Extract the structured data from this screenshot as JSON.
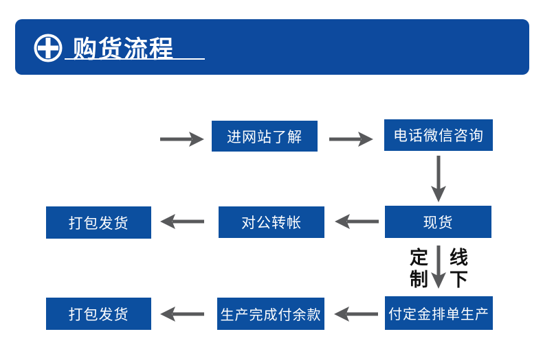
{
  "header": {
    "title": "购货流程",
    "icon": "plus-circle-icon"
  },
  "flowchart": {
    "steps": [
      {
        "label": "进网站了解"
      },
      {
        "label": "电话微信咨询"
      },
      {
        "label": "现货"
      },
      {
        "label": "对公转帐"
      },
      {
        "label": "打包发货"
      },
      {
        "label": "付定金排单生产"
      },
      {
        "label": "生产完成付余款"
      },
      {
        "label": "打包发货"
      }
    ],
    "branch_labels": {
      "left": "定制",
      "right": "线下"
    }
  },
  "colors": {
    "banner_blue": "#0d4a9e",
    "box_blue": "#0c4f9f",
    "arrow_gray": "#58595b",
    "branch_text_black": "#111111",
    "background": "#ffffff",
    "title_white": "#ffffff"
  }
}
